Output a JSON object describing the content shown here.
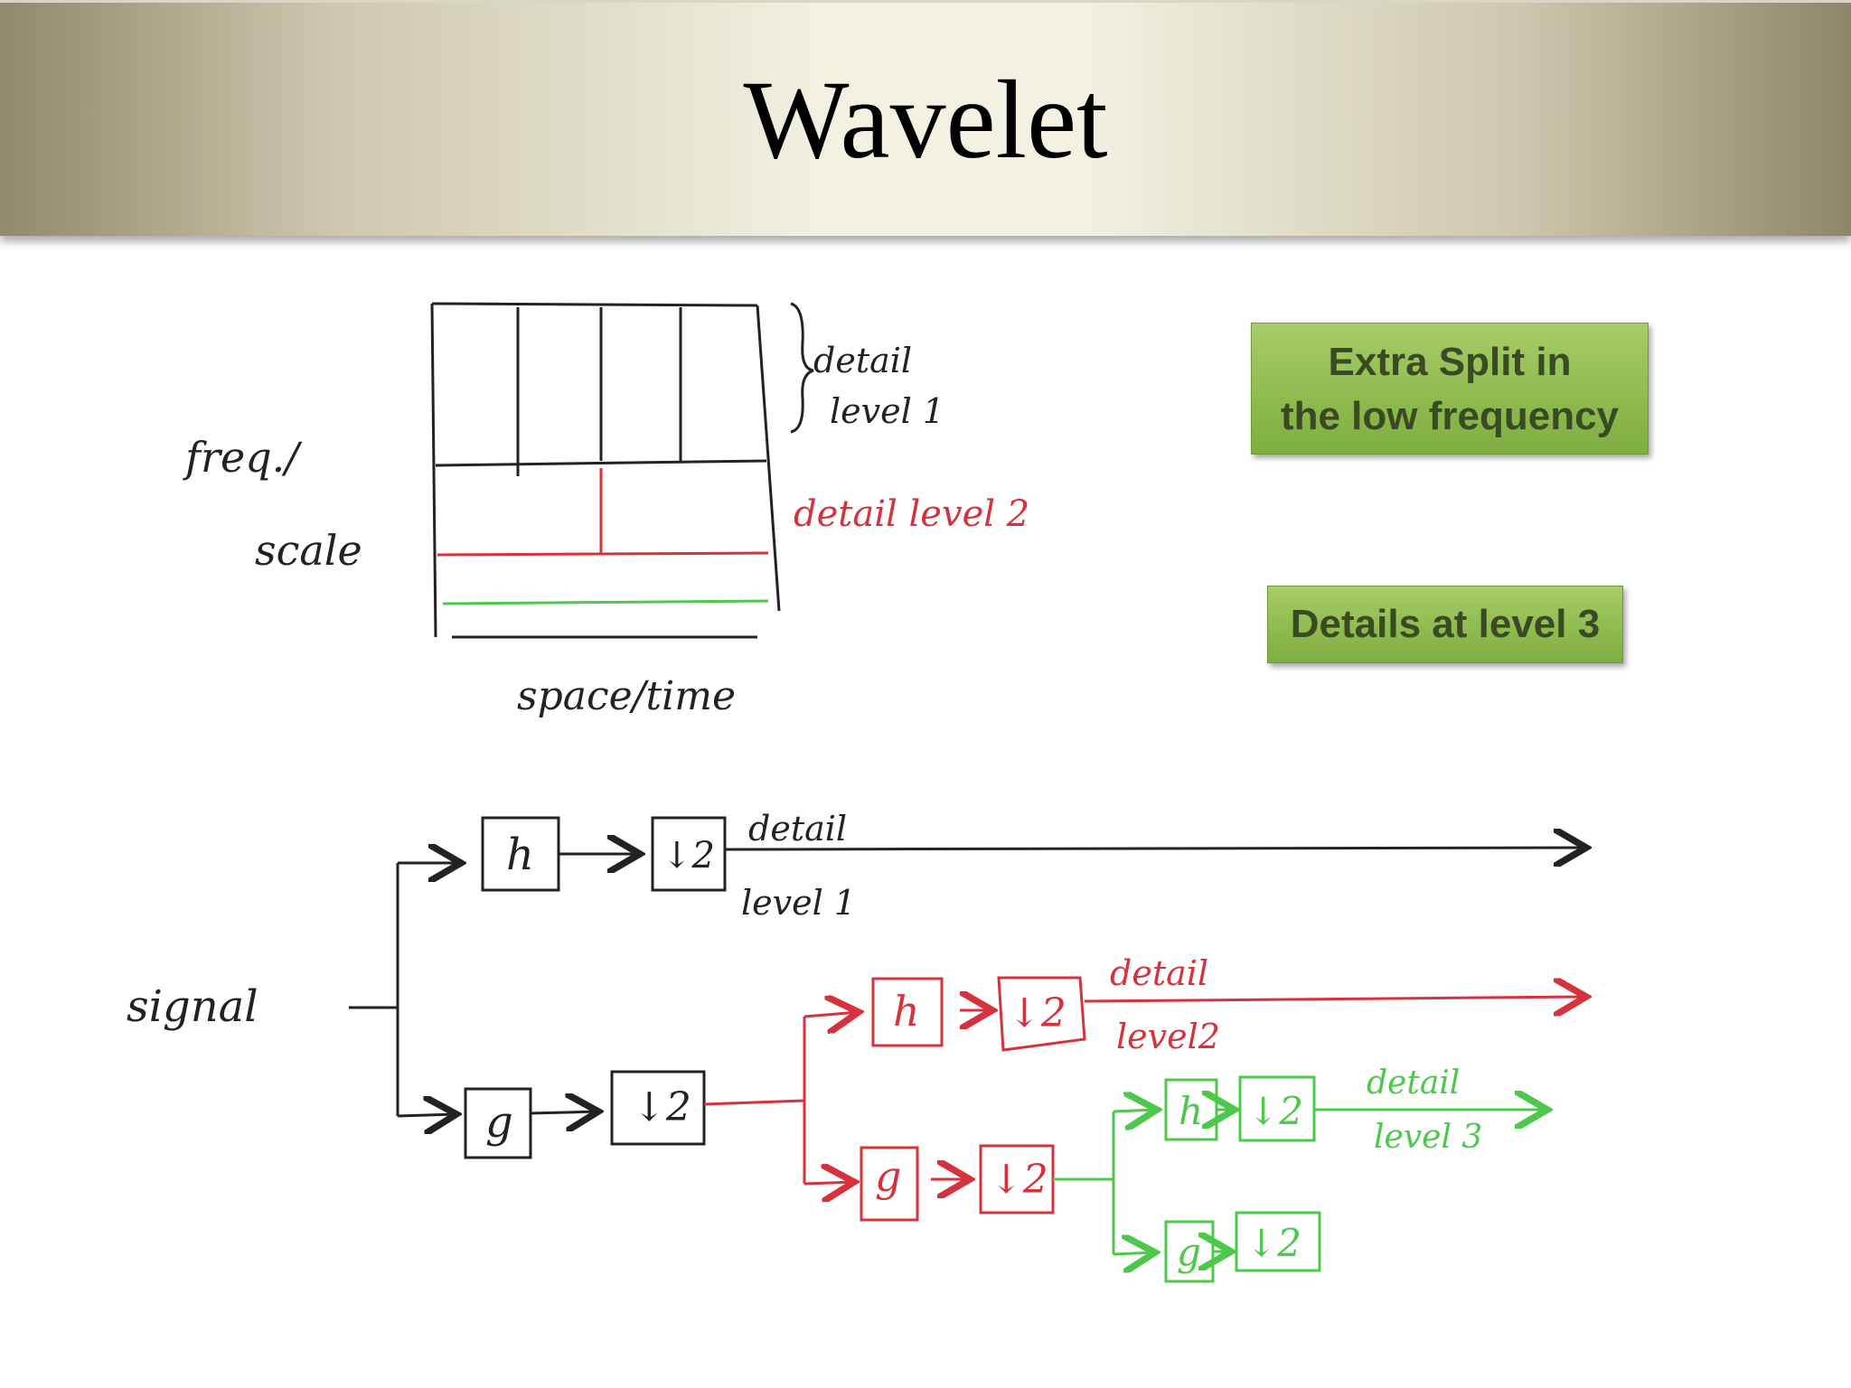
{
  "slide": {
    "title": "Wavelet",
    "callouts": [
      "Extra Split in\nthe low frequency",
      "Details at level 3"
    ]
  },
  "sketch_top": {
    "y_label_line1": "freq./",
    "y_label_line2": "scale",
    "x_label": "space/time",
    "detail1_line1": "detail",
    "detail1_line2": "level 1",
    "detail2": "detail level 2"
  },
  "sketch_bottom": {
    "signal": "signal",
    "h": "h",
    "g": "g",
    "down": "↓2",
    "detail": "detail",
    "level1": "level 1",
    "level2": "level2",
    "level3": "level 3"
  },
  "colors": {
    "ink": "#222222",
    "red": "#d6323e",
    "green": "#4cc84a",
    "callout_green": "#8dba4e",
    "callout_text": "#3a4a22"
  }
}
